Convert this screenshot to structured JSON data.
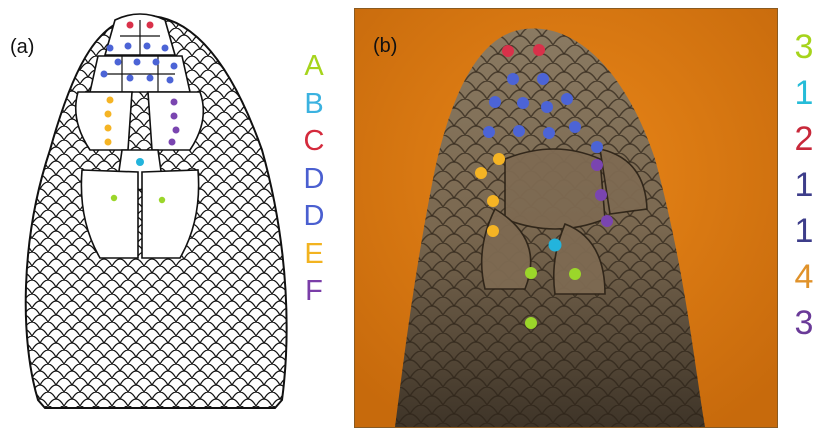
{
  "panel_a": {
    "label": "(a)",
    "legend": [
      {
        "letter": "A",
        "color": "#a6d41c"
      },
      {
        "letter": "B",
        "color": "#3bb2e0"
      },
      {
        "letter": "C",
        "color": "#d42a3c"
      },
      {
        "letter": "D",
        "color": "#4a5fd0"
      },
      {
        "letter": "D",
        "color": "#4a5fd0"
      },
      {
        "letter": "E",
        "color": "#f2b320"
      },
      {
        "letter": "F",
        "color": "#7a3ea8"
      }
    ]
  },
  "panel_b": {
    "label": "(b)",
    "counts": [
      {
        "value": "3",
        "color": "#a6d41c"
      },
      {
        "value": "1",
        "color": "#26bcd8"
      },
      {
        "value": "2",
        "color": "#c8283a"
      },
      {
        "value": "1",
        "color": "#3d3d8a"
      },
      {
        "value": "1",
        "color": "#3d3d8a"
      },
      {
        "value": "4",
        "color": "#e0922a"
      },
      {
        "value": "3",
        "color": "#6a3a98"
      }
    ]
  },
  "marker_colors": {
    "red": "#d9314a",
    "blue": "#4c64d6",
    "yellow": "#f5b424",
    "purple": "#7a45b0",
    "cyan": "#23b4dc",
    "green": "#9bd62a"
  }
}
